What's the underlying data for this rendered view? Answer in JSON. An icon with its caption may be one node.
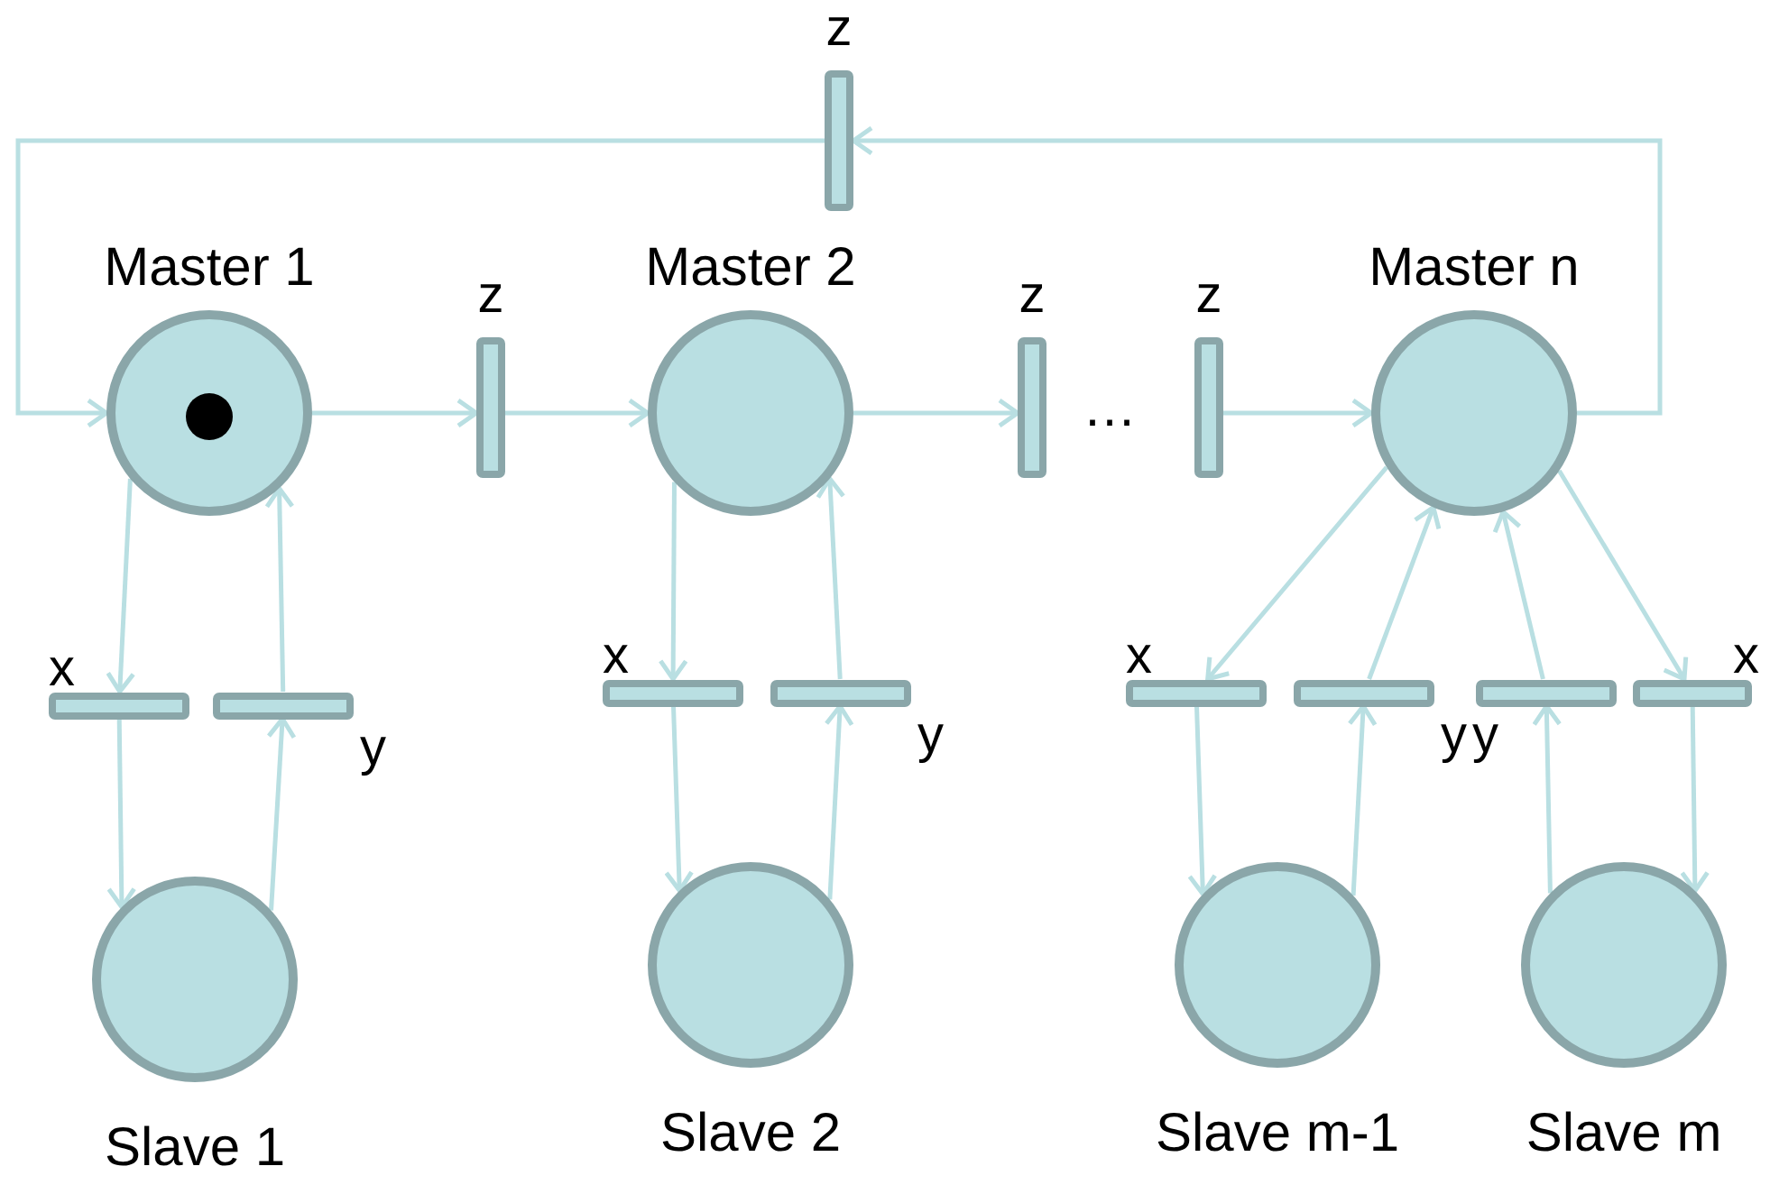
{
  "diagram": {
    "nodes": [
      {
        "text": [
          "Master 1"
        ]
      },
      {
        "text": [
          "z"
        ]
      },
      {
        "text": [
          "Master 2"
        ]
      },
      {
        "text": [
          "z"
        ]
      },
      {
        "text": [
          "z"
        ]
      },
      {
        "text": [
          "Master n"
        ]
      },
      {
        "text": [
          "z"
        ]
      },
      {
        "text": [
          "x"
        ]
      },
      {
        "text": [
          "y"
        ]
      },
      {
        "text": [
          "Slave 1"
        ]
      },
      {
        "text": [
          "x"
        ]
      },
      {
        "text": [
          "y"
        ]
      },
      {
        "text": [
          "Slave 2"
        ]
      },
      {
        "text": [
          "x"
        ]
      },
      {
        "text": [
          "y"
        ]
      },
      {
        "text": [
          "y"
        ]
      },
      {
        "text": [
          "x"
        ]
      },
      {
        "text": [
          "Slave m-1"
        ]
      },
      {
        "text": [
          "Slave m"
        ]
      }
    ],
    "edges": [
      {
        "from": 0,
        "to": 1,
        "arrow": "to"
      },
      {
        "from": 1,
        "to": 2,
        "arrow": "to"
      },
      {
        "from": 2,
        "to": 3,
        "arrow": "to"
      },
      {
        "from": 4,
        "to": 5,
        "arrow": "to"
      },
      {
        "from": 5,
        "to": 6,
        "arrow": "to"
      },
      {
        "from": 6,
        "to": 0,
        "arrow": "to"
      },
      {
        "from": 0,
        "to": 7,
        "arrow": "to"
      },
      {
        "from": 7,
        "to": 9,
        "arrow": "to"
      },
      {
        "from": 9,
        "to": 8,
        "arrow": "to"
      },
      {
        "from": 8,
        "to": 0,
        "arrow": "to"
      },
      {
        "from": 2,
        "to": 10,
        "arrow": "to"
      },
      {
        "from": 10,
        "to": 12,
        "arrow": "to"
      },
      {
        "from": 12,
        "to": 11,
        "arrow": "to"
      },
      {
        "from": 11,
        "to": 2,
        "arrow": "to"
      },
      {
        "from": 5,
        "to": 13,
        "arrow": "to"
      },
      {
        "from": 13,
        "to": 17,
        "arrow": "to"
      },
      {
        "from": 17,
        "to": 14,
        "arrow": "to"
      },
      {
        "from": 14,
        "to": 5,
        "arrow": "to"
      },
      {
        "from": 18,
        "to": 15,
        "arrow": "to"
      },
      {
        "from": 15,
        "to": 5,
        "arrow": "to"
      },
      {
        "from": 5,
        "to": 16,
        "arrow": "to"
      },
      {
        "from": 16,
        "to": 18,
        "arrow": "to"
      }
    ],
    "labels": [
      "…"
    ]
  }
}
